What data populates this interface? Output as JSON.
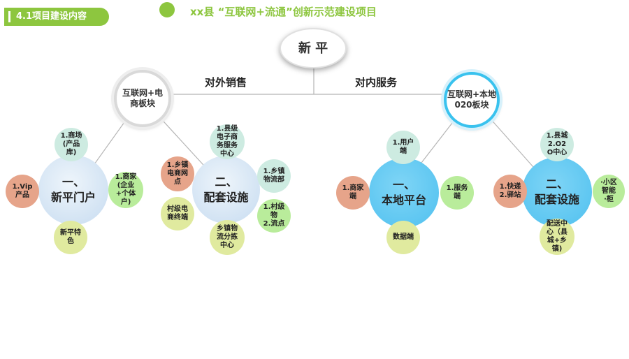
{
  "section_tag": "4.1项目建设内容",
  "page_title": "xx县 “互联网+流通”创新示范建设项目",
  "root": "新 平",
  "branch_left": "对外销售",
  "branch_right": "对内服务",
  "hub_left": "互联网+电\n商板块",
  "hub_right": "互联网+本地\n020板块",
  "left": {
    "portal": "一、\n新平门户",
    "portal_items": [
      "1.商场\n(产品\n库)",
      "1.Vip\n产品",
      "1.商家\n(企业\n+个体\n户)",
      "新平特\n色"
    ],
    "facility": "二、\n配套设施",
    "facility_items": [
      "1.县级\n电子商\n务服务\n中心",
      "1.乡镇\n电商网\n点",
      "村级电\n商终端",
      "1.乡镇\n物流部",
      "1.村级\n物\n2.流点",
      "乡镇物\n流分拣\n中心"
    ]
  },
  "right": {
    "platform": "一、\n本地平台",
    "platform_items": [
      "1.用户\n端",
      "1.商家\n端",
      "1.服务\n端",
      "数据端"
    ],
    "facility": "二、\n配套设施",
    "facility_items": [
      "1.县城\n2.O2\nO中心",
      "1.快递\n2.驿站",
      "·小区\n智能\n·柜",
      "配送中\n心（县\n城+乡\n镇)"
    ]
  },
  "colors": {
    "accent_green": "#8dc63f",
    "hub_blue": "#39c2ee",
    "big_blue": "#4fc0ef",
    "mint": "#cdebe1",
    "peach": "#e6a48a",
    "lime": "#b9ec9b",
    "yellow": "#e0ea9f"
  }
}
